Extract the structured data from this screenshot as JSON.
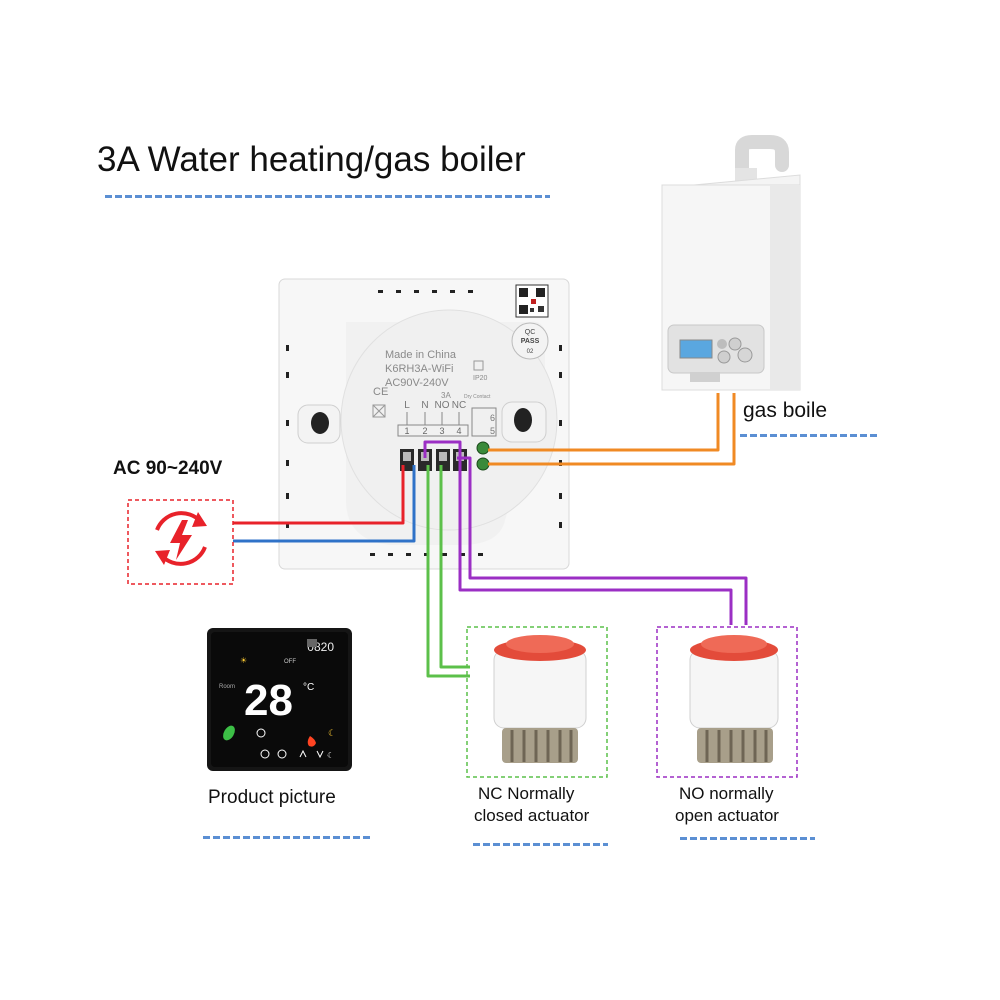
{
  "title": "3A Water heating/gas boiler",
  "power": {
    "label": "AC 90~240V"
  },
  "boiler": {
    "label": "gas boile"
  },
  "product": {
    "label": "Product picture"
  },
  "thermostat_back": {
    "made_in": "Made in China",
    "model": "K6RH3A-WiFi",
    "voltage": "AC90V-240V",
    "rating": "3A",
    "ip": "IP20",
    "dry_contact": "Dry Contact",
    "qc_line1": "QC",
    "qc_line2": "PASS",
    "qc_line3": "02",
    "terminals": [
      {
        "name": "L",
        "number": "1"
      },
      {
        "name": "N",
        "number": "2"
      },
      {
        "name": "NO",
        "number": "3"
      },
      {
        "name": "NC",
        "number": "4"
      }
    ],
    "dry_numbers": [
      "6",
      "5"
    ]
  },
  "display": {
    "time": "0820",
    "temperature": "28",
    "unit": "°C",
    "room_label": "Room",
    "off_label": "OFF"
  },
  "actuators": [
    {
      "label_line1": "NC Normally",
      "label_line2": "closed actuator"
    },
    {
      "label_line1": "NO normally",
      "label_line2": "open actuator"
    }
  ],
  "colors": {
    "live": "#e8222a",
    "neutral": "#2f72c8",
    "nc_wire": "#5cc04a",
    "no_wire": "#9b2fc4",
    "dry_wire": "#f08a24",
    "dash": "#5b8fd3"
  }
}
